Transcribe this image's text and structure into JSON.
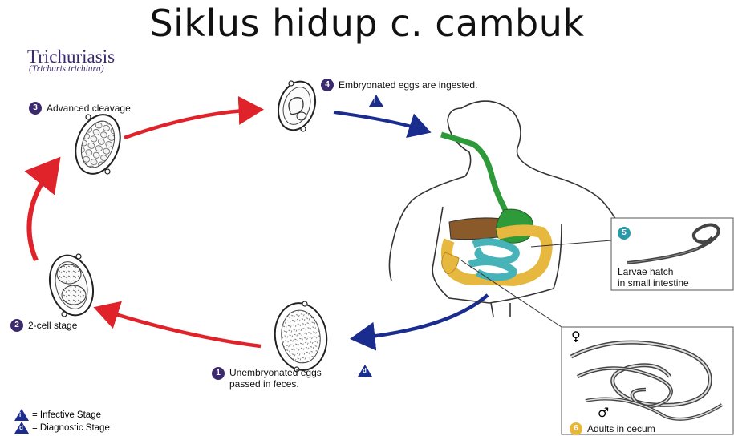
{
  "slide_title": "Siklus hidup c. cambuk",
  "diagram": {
    "title": "Trichuriasis",
    "subtitle": "(Trichuris trichiura)"
  },
  "stages": [
    {
      "number": "1",
      "label_line1": "Unembryonated eggs",
      "label_line2": "passed in feces."
    },
    {
      "number": "2",
      "label": "2-cell stage"
    },
    {
      "number": "3",
      "label": "Advanced cleavage"
    },
    {
      "number": "4",
      "label": "Embryonated eggs are ingested."
    },
    {
      "number": "5",
      "label_line1": "Larvae hatch",
      "label_line2": "in small intestine"
    },
    {
      "number": "6",
      "label": "Adults in cecum"
    }
  ],
  "markers": {
    "infective": "i",
    "diagnostic": "d"
  },
  "sex_symbols": {
    "female": "♀",
    "male": "♂"
  },
  "legend": {
    "infective": "= Infective Stage",
    "diagnostic": "= Diagnostic Stage"
  },
  "colors": {
    "title_purple": "#3b2a6b",
    "red_arrow": "#e0232a",
    "blue_arrow": "#1a2d8f",
    "stomach_green": "#2f9a3a",
    "intestine_teal": "#45b3b8",
    "colon_yellow": "#e6b840",
    "liver_brown": "#8a5a2b"
  }
}
